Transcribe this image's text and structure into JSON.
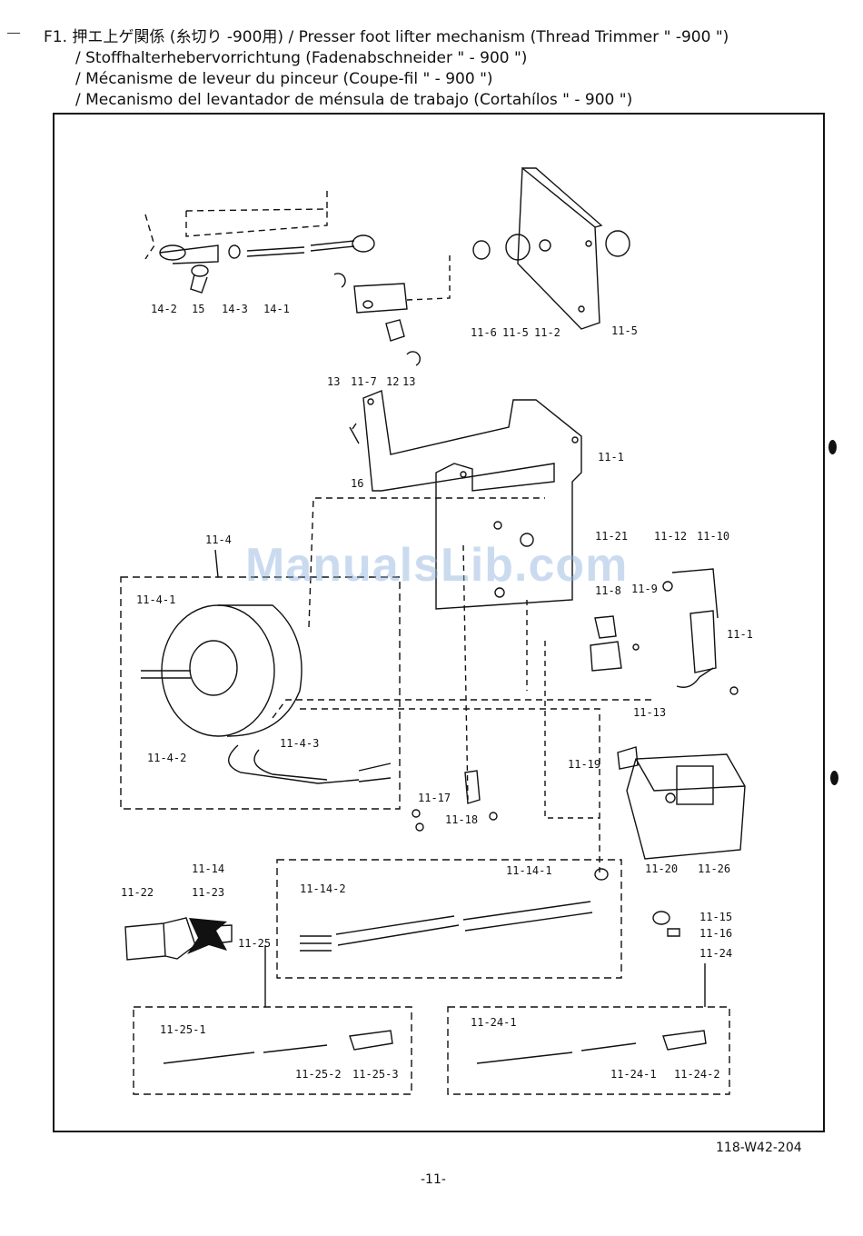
{
  "header": {
    "line1": "F1. 押エ上ゲ関係 (糸切り -900用) / Presser foot lifter mechanism (Thread Trimmer \" -900 \")",
    "line2": "/ Stoffhalterhebervorrichtung (Fadenabschneider \" - 900 \")",
    "line3": "/ Mécanisme de leveur du pinceur (Coupe-fil \" - 900 \")",
    "line4": "/ Mecanismo del levantador de ménsula de trabajo (Cortahílos \" - 900 \")"
  },
  "watermark": "ManualsLib.com",
  "doc_number": "118-W42-204",
  "page_number": "-11-",
  "part_labels": {
    "p14_2": "14-2",
    "p15": "15",
    "p14_3": "14-3",
    "p14_1": "14-1",
    "p13a": "13",
    "p11_7": "11-7",
    "p12": "12",
    "p13b": "13",
    "p11_6": "11-6",
    "p11_5a": "11-5",
    "p11_2": "11-2",
    "p11_5b": "11-5",
    "p16": "16",
    "p11_1": "11-1",
    "p11_21": "11-21",
    "p11_4": "11-4",
    "p11_4_1": "11-4-1",
    "p11_4_2": "11-4-2",
    "p11_4_3": "11-4-3",
    "p11_12": "11-12",
    "p11_10": "11-10",
    "p11_9": "11-9",
    "p11_8": "11-8",
    "p11_11": "11-1",
    "p11_13": "11-13",
    "p11_19": "11-19",
    "p11_17": "11-17",
    "p11_18": "11-18",
    "p11_20": "11-20",
    "p11_26": "11-26",
    "p11_14": "11-14",
    "p11_22": "11-22",
    "p11_23": "11-23",
    "p11_25": "11-25",
    "p11_14_1": "11-14-1",
    "p11_14_2": "11-14-2",
    "p11_15": "11-15",
    "p11_16": "11-16",
    "p11_24": "11-24",
    "p11_25_1": "11-25-1",
    "p11_25_2": "11-25-2",
    "p11_25_3": "11-25-3",
    "p11_24_1a": "11-24-1",
    "p11_24_1b": "11-24-1",
    "p11_24_2": "11-24-2"
  }
}
